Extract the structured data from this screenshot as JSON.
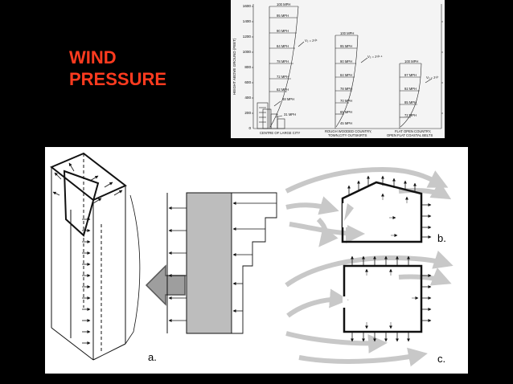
{
  "slide": {
    "title_line1": "WIND",
    "title_line2": "PRESSURE",
    "title_color": "#ff3b1f",
    "background": "#000000"
  },
  "chart": {
    "y_axis_label": "HEIGHT ABOVE GROUND (FEET)",
    "y_ticks": [
      "1600",
      "1400",
      "1200",
      "1000",
      "800",
      "600",
      "400",
      "200",
      "0"
    ],
    "profiles": [
      {
        "caption": "CENTRE OF LARGE CITY",
        "formula": "V₃ = z¹/³",
        "speeds": [
          "100 MPH",
          "95 MPH",
          "90 MPH",
          "84 MPH",
          "78 MPH",
          "72 MPH",
          "62 MPH",
          "48 MPH",
          "31 MPH"
        ]
      },
      {
        "caption_line1": "ROUGH WOODED COUNTRY,",
        "caption_line2": "TOWN,CITY OUTSKIRTS",
        "formula": "V₃ = z¹/²·⁵",
        "speeds": [
          "100 MPH",
          "95 MPH",
          "90 MPH",
          "84 MPH",
          "78 MPH",
          "70 MPH",
          "65 MPH",
          "45 MPH"
        ]
      },
      {
        "caption_line1": "FLAT OPEN COUNTRY,",
        "caption_line2": "OPEN FLAT COASTAL BELTS",
        "formula": "V₃ = z¹/⁷",
        "speeds": [
          "100 MPH",
          "97 MPH",
          "92 MPH",
          "85 MPH",
          "72 MPH"
        ]
      }
    ]
  },
  "diagram": {
    "labels": {
      "a": "a.",
      "b": "b.",
      "c": "c."
    },
    "pressure_fill": "#bdbdbd",
    "flow_color": "#c8c8c8",
    "icon": "block-arrow-icon"
  }
}
